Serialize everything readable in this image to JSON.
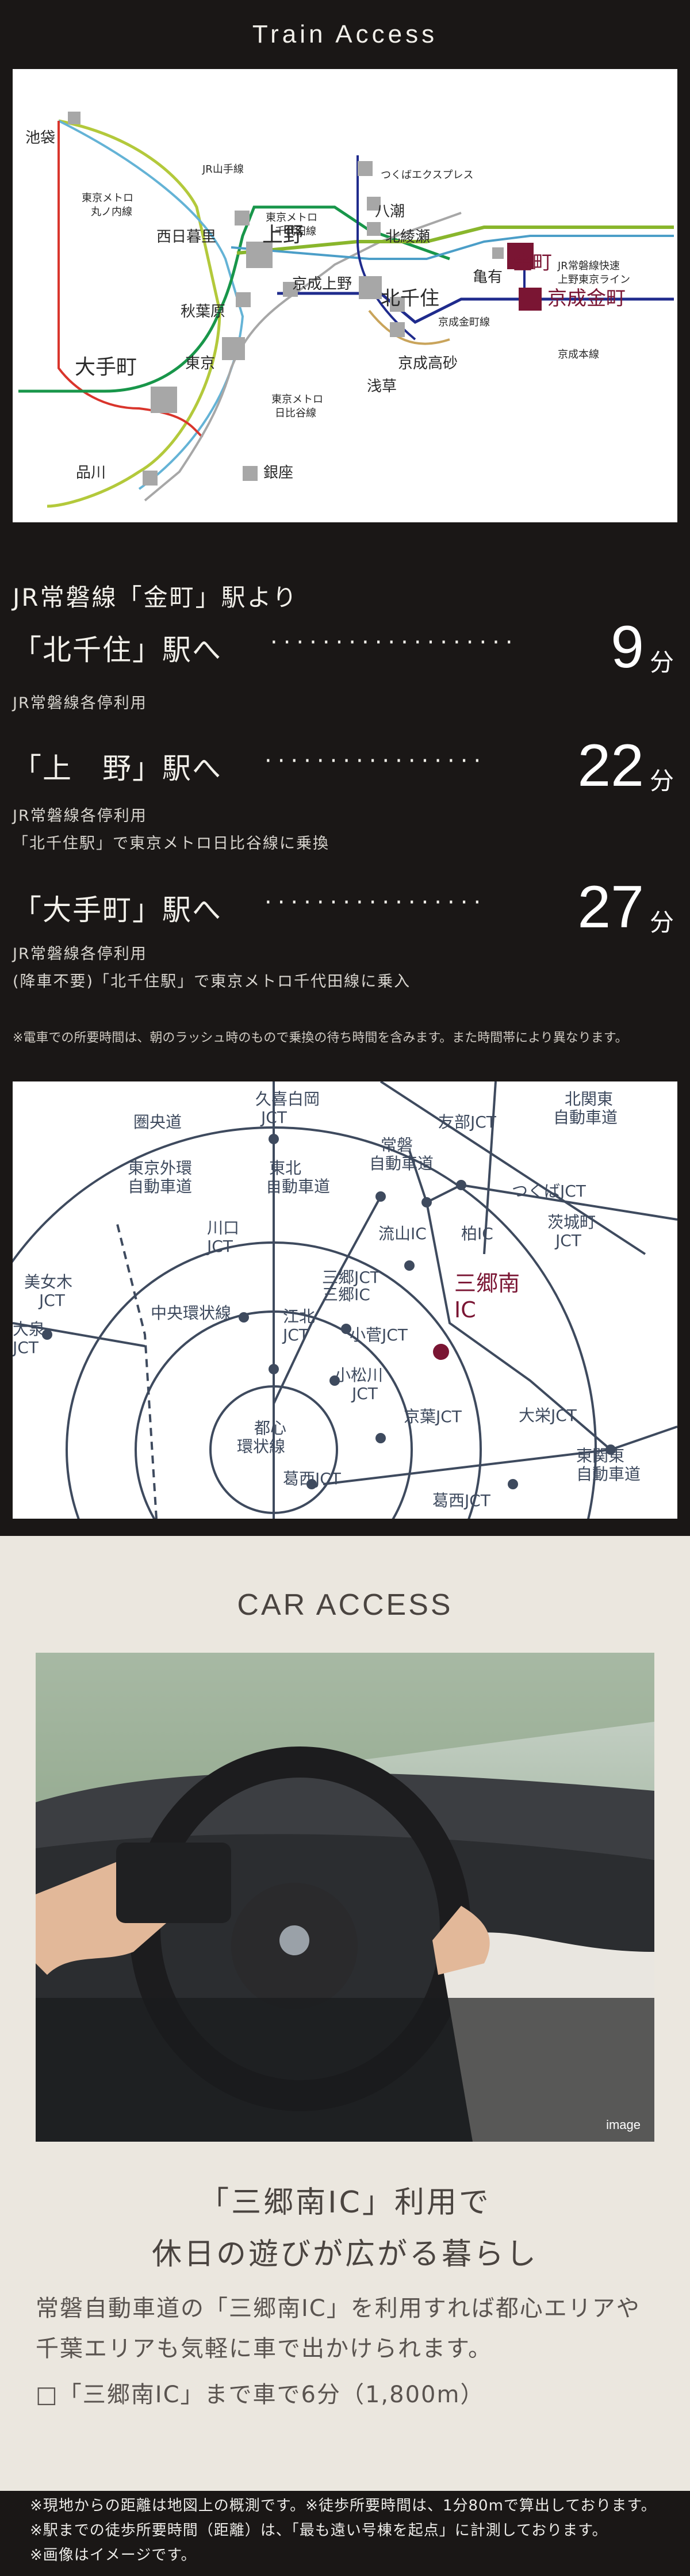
{
  "train": {
    "title": "Train Access",
    "map": {
      "stations": [
        "池袋",
        "西日暮里",
        "上野",
        "秋葉原",
        "東京",
        "大手町",
        "品川",
        "銀座",
        "京成上野",
        "八潮",
        "北綾瀬",
        "北千住",
        "浅草",
        "京成高砂",
        "亀有",
        "金町",
        "京成金町"
      ],
      "lines": [
        "JR山手線",
        "東京メトロ\n丸ノ内線",
        "東京メトロ\n千代田線",
        "東京メトロ\n日比谷線",
        "つくばエクスプレス",
        "JR常磐線快速\n上野東京ライン",
        "京成金町線",
        "京成本線"
      ],
      "colors": {
        "home": "#7a1533",
        "station": "#a7a7a7",
        "chiyoda": "#18964a",
        "tx": "#1f2b8d",
        "joban": "#89b62c",
        "keisei": "#1f2b8d",
        "yamanote": "#b3c93b",
        "marunouchi": "#d9352c",
        "hibiya": "#a7a7a7",
        "asakusa": "#c9a45b"
      }
    }
  },
  "access": {
    "from": "JR常磐線「金町」駅より",
    "routes": [
      {
        "dest": "「北千住」駅へ",
        "minutes": "9",
        "unit": "分",
        "notes": [
          "JR常磐線各停利用"
        ]
      },
      {
        "dest": "「上　野」駅へ",
        "minutes": "22",
        "unit": "分",
        "notes": [
          "JR常磐線各停利用",
          "「北千住駅」で東京メトロ日比谷線に乗換"
        ]
      },
      {
        "dest": "「大手町」駅へ",
        "minutes": "27",
        "unit": "分",
        "notes": [
          "JR常磐線各停利用",
          "(降車不要)「北千住駅」で東京メトロ千代田線に乗入"
        ]
      }
    ],
    "footnote": "※電車での所要時間は、朝のラッシュ時のもので乗換の待ち時間を含みます。また時間帯により異なります。"
  },
  "road": {
    "labels": [
      "圏央道",
      "久喜白岡\nJCT",
      "友部JCT",
      "北関東\n自動車道",
      "常磐\n自動車道",
      "東京外環\n自動車道",
      "東北\n自動車道",
      "つくばJCT",
      "流山IC",
      "柏IC",
      "茨城町\nJCT",
      "川口\nJCT",
      "美女木\nJCT",
      "大泉\nJCT",
      "三郷JCT",
      "三郷IC",
      "三郷南\nIC",
      "中央環状線",
      "江北\nJCT",
      "小菅JCT",
      "都心\n環状線",
      "小松川\nJCT",
      "京葉JCT",
      "大栄JCT",
      "東関東\n自動車道",
      "葛西JCT",
      "葛西JCT"
    ],
    "home_color": "#7a1533"
  },
  "car": {
    "title": "CAR ACCESS",
    "image_label": "image",
    "headline1": "「三郷南IC」利用で",
    "headline2": "休日の遊びが広がる暮らし",
    "body1": "常磐自動車道の「三郷南IC」を利用すれば都心エリアや",
    "body2": "千葉エリアも気軽に車で出かけられます。",
    "bullet": "□「三郷南IC」まで車で6分（1,800m）"
  },
  "footer": [
    "※現地からの距離は地図上の概測です。※徒歩所要時間は、1分80mで算出しております。",
    "※駅までの徒歩所要時間（距離）は、「最も遠い号棟を起点」に計測しております。",
    "※画像はイメージです。"
  ]
}
